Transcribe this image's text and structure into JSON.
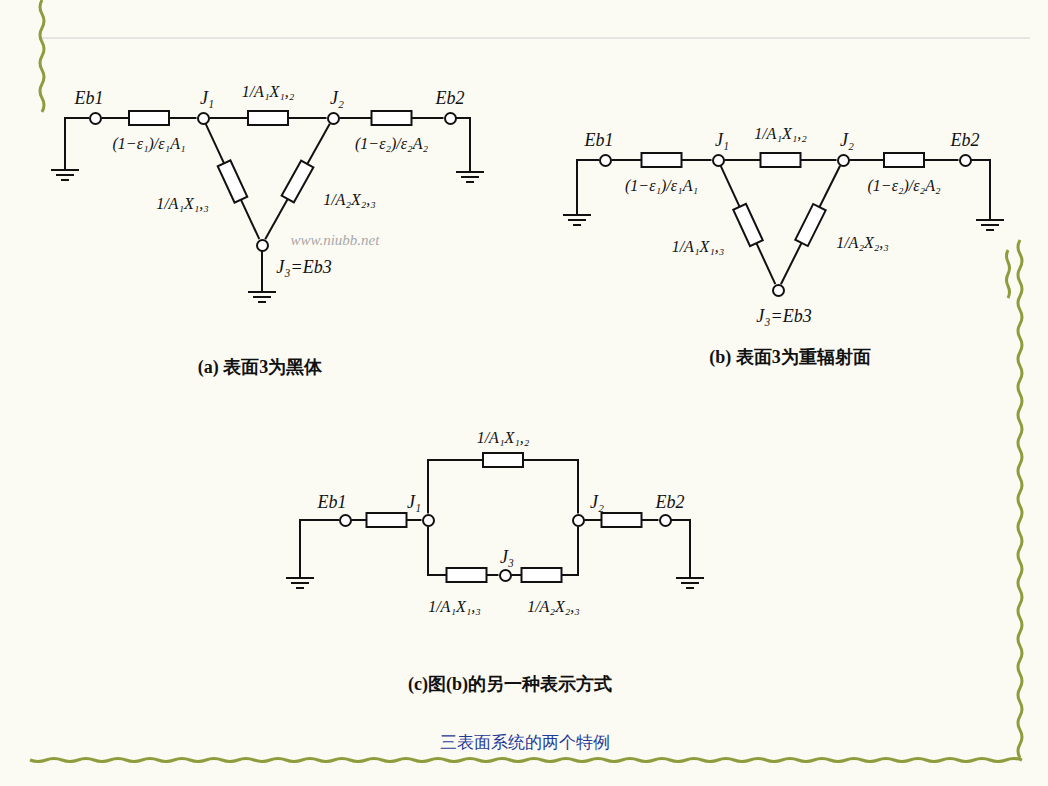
{
  "diagram": {
    "caption": "三表面系统的两个特例",
    "nodes": [
      {
        "text": [
          "Eb1"
        ]
      },
      {
        "text": [
          "J₁"
        ]
      },
      {
        "text": [
          "J₂"
        ]
      },
      {
        "text": [
          "Eb2"
        ]
      },
      {
        "text": [
          "J₃=Eb3"
        ]
      },
      {
        "text": [
          "Eb1"
        ]
      },
      {
        "text": [
          "J₁"
        ]
      },
      {
        "text": [
          "J₂"
        ]
      },
      {
        "text": [
          "Eb2"
        ]
      },
      {
        "text": [
          "J₃=Eb3"
        ]
      },
      {
        "text": [
          "Eb1"
        ]
      },
      {
        "text": [
          "J₁"
        ]
      },
      {
        "text": [
          "J₃"
        ]
      },
      {
        "text": [
          "J₂"
        ]
      },
      {
        "text": [
          "Eb2"
        ]
      }
    ],
    "edges": [
      {
        "from": 0,
        "to": 1,
        "arrow": "none",
        "label": "(1−ε₁)/ε₁A₁"
      },
      {
        "from": 1,
        "to": 2,
        "arrow": "none",
        "label": "1/A₁X₁,₂"
      },
      {
        "from": 2,
        "to": 3,
        "arrow": "none",
        "label": "(1−ε₂)/ε₂A₂"
      },
      {
        "from": 1,
        "to": 4,
        "arrow": "none",
        "label": "1/A₁X₁,₃"
      },
      {
        "from": 2,
        "to": 4,
        "arrow": "none",
        "label": "1/A₂X₂,₃"
      },
      {
        "from": 5,
        "to": 6,
        "arrow": "none",
        "label": "(1−ε₁)/ε₁A₁"
      },
      {
        "from": 6,
        "to": 7,
        "arrow": "none",
        "label": "1/A₁X₁,₂"
      },
      {
        "from": 7,
        "to": 8,
        "arrow": "none",
        "label": "(1−ε₂)/ε₂A₂"
      },
      {
        "from": 6,
        "to": 9,
        "arrow": "none",
        "label": "1/A₁X₁,₃"
      },
      {
        "from": 7,
        "to": 9,
        "arrow": "none",
        "label": "1/A₂X₂,₃"
      },
      {
        "from": 10,
        "to": 11,
        "arrow": "none"
      },
      {
        "from": 11,
        "to": 13,
        "arrow": "none",
        "label": "1/A₁X₁,₂"
      },
      {
        "from": 11,
        "to": 12,
        "arrow": "none",
        "label": "1/A₁X₁,₃"
      },
      {
        "from": 12,
        "to": 13,
        "arrow": "none",
        "label": "1/A₂X₂,₃"
      },
      {
        "from": 13,
        "to": 14,
        "arrow": "none"
      }
    ],
    "labels": [
      "(a) 表面3为黑体",
      "(b) 表面3为重辐射面",
      "(c)图(b)的另一种表示方式",
      "www.niubb.net"
    ]
  }
}
